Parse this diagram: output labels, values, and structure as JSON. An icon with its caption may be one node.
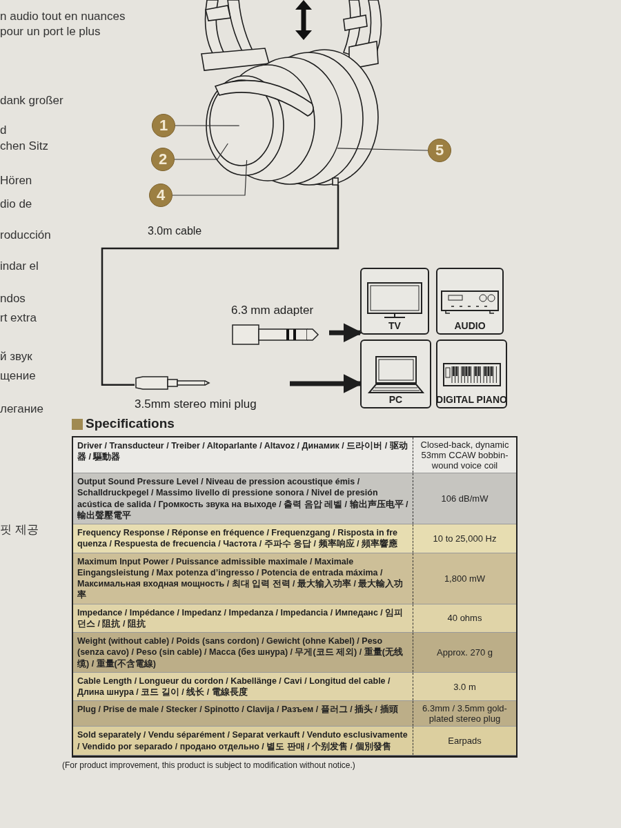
{
  "diagram": {
    "nodes": [
      {
        "text": [
          "1"
        ]
      },
      {
        "text": [
          "2"
        ]
      },
      {
        "text": [
          "4"
        ]
      },
      {
        "text": [
          "5"
        ]
      },
      {
        "text": [],
        "shape": "picture"
      },
      {
        "text": [
          "6.3 mm adapter"
        ]
      },
      {
        "text": [
          "3.5mm stereo mini plug"
        ]
      },
      {
        "text": [
          "TV"
        ]
      },
      {
        "text": [
          "AUDIO"
        ]
      },
      {
        "text": [
          "PC"
        ]
      },
      {
        "text": [
          "DIGITAL PIANO"
        ]
      }
    ],
    "edges": [
      {
        "from": 0,
        "to": 4,
        "arrow": "none"
      },
      {
        "from": 1,
        "to": 4,
        "arrow": "none"
      },
      {
        "from": 2,
        "to": 4,
        "arrow": "none"
      },
      {
        "from": 3,
        "to": 4,
        "arrow": "none"
      },
      {
        "from": 4,
        "to": 6,
        "arrow": "none",
        "label": "3.0m cable"
      },
      {
        "from": 5,
        "to": 7,
        "arrow": "to",
        "style": "thick"
      },
      {
        "from": 6,
        "to": 9,
        "arrow": "to",
        "style": "thick"
      }
    ],
    "labels": [
      "n audio tout en nuances",
      "pour un port le plus",
      "dank großer",
      "d",
      "chen Sitz",
      "Hören",
      "dio de",
      "roducción",
      "indar el",
      "ndos",
      "rt extra",
      "й звук",
      "щение",
      "легание",
      "핏 제공",
      "Specifications",
      "Driver / Transducteur / Treiber / Altoparlante / Altavoz / Динамик / 드라이버 / 驱动器 / 驅動器",
      "Closed-back, dynamic 53mm CCAW bobbin-wound voice coil",
      "Output Sound Pressure Level / Niveau de pression acoustique émis / Schalldruckpegel / Massimo livello di pressione sonora / Nivel de presión acústica de salida / Громкость звука на выходе / 출력 음압 레벨 / 输出声压电平 / 輸出聲壓電平",
      "106 dB/mW",
      "Frequency Response / Réponse en fréquence / Frequenzgang / Risposta in fre quenza / Respuesta de frecuencia / Частота / 주파수 응답 / 频率响应 / 頻率響應",
      "10 to 25,000 Hz",
      "Maximum Input Power / Puissance admissible maximale / Maximale Eingangsleistung / Max potenza d’ingresso / Potencia de entrada máxima / Максимальная входная мощность / 최대 입력 전력 / 最大输入功率 / 最大輸入功率",
      "1,800 mW",
      "Impedance / Impédance / Impedanz / Impedanza / Impedancia / Импеданс / 임피던스 / 阻抗 / 阻抗",
      "40 ohms",
      "Weight (without cable) / Poids (sans cordon) / Gewicht (ohne Kabel) / Peso (senza cavo) / Peso (sin cable) / Масса (без шнура) / 무게(코드 제외) / 重量(无线缆) / 重量(不含電線)",
      "Approx. 270 g",
      "Cable Length / Longueur du cordon / Kabellänge / Cavi / Longitud del cable / Длина шнура / 코드 길이 / 线长 / 電線長度",
      "3.0 m",
      "Plug / Prise de male / Stecker / Spinotto / Clavija / Разъем / 플러그 / 插头 / 插頭",
      "6.3mm / 3.5mm gold-plated stereo plug",
      "Sold separately / Vendu séparément / Separat verkauft / Venduto esclusivamente / Vendido por separado / продано отдельно / 별도 판매 / 个别发售 / 個別發售",
      "Earpads",
      "(For product improvement, this product is subject to modification without notice.)"
    ]
  }
}
